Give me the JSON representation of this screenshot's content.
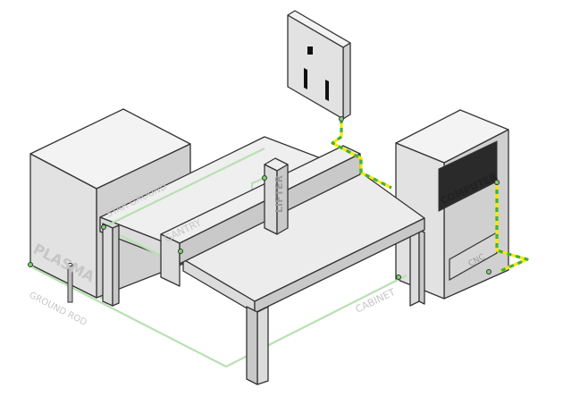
{
  "labels": {
    "plasma": "PLASMA",
    "ground_rod": "GROUND ROD",
    "star_ground": "STAR GROUND",
    "gantry": "GANTRY",
    "lifter": "LIFTER",
    "cabinet": "CABINET",
    "computer": "COMPUTER",
    "cnc": "CNC"
  },
  "colors": {
    "ground_wire": "#b9e0b3",
    "earth_wire_yellow": "#ffe600",
    "earth_wire_green": "#3bb33b",
    "outline": "#333333"
  }
}
